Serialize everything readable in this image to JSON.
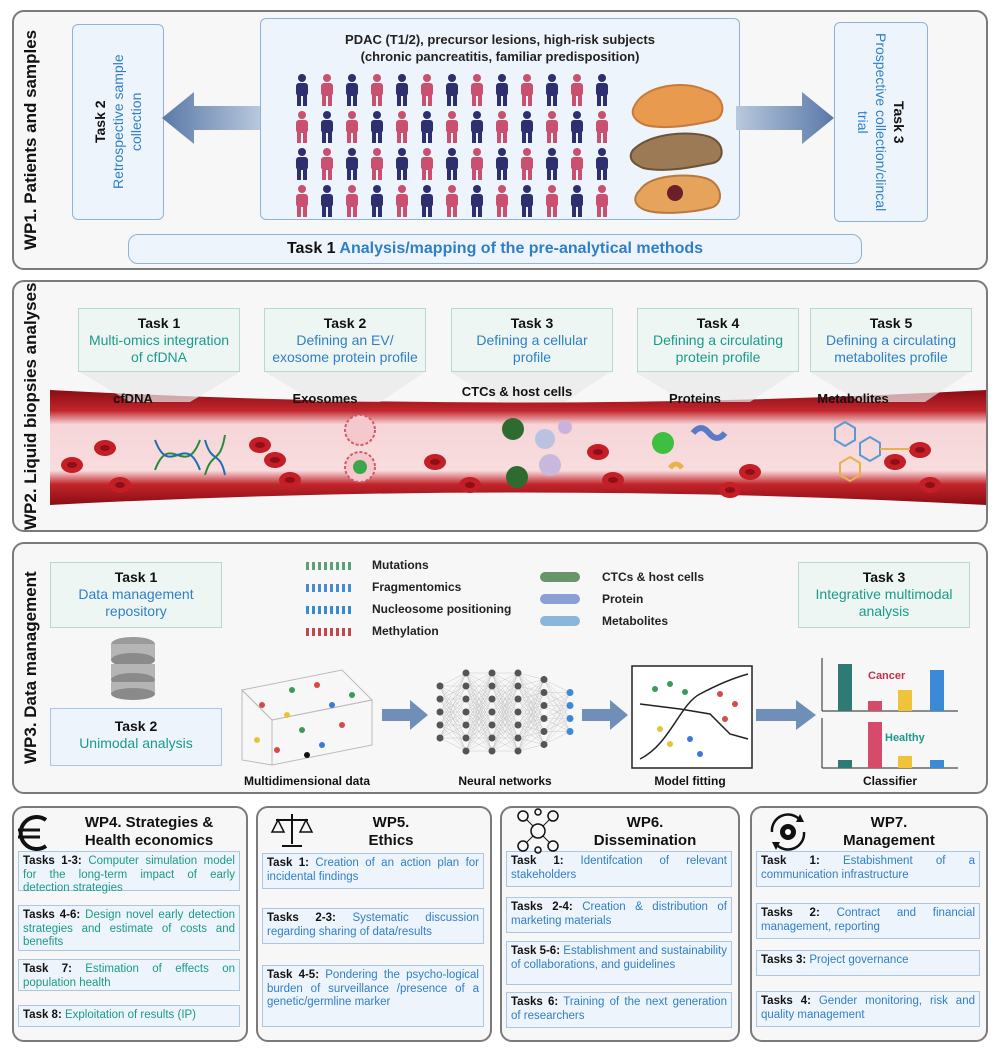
{
  "wp1": {
    "label": "WP1. Patients and samples",
    "subjects_line1": "PDAC (T1/2), precursor lesions, high-risk subjects",
    "subjects_line2": "(chronic pancreatitis, familiar predisposition)",
    "task2_title": "Task 2",
    "task2_text": "Retrospective sample collection",
    "task3_title": "Task 3",
    "task3_text": "Prospective collection/clincal trial",
    "task1_title": "Task 1",
    "task1_text": "Analysis/mapping of the pre-analytical methods"
  },
  "wp2": {
    "label": "WP2. Liquid biopsies analyses",
    "tasks": [
      {
        "title": "Task 1",
        "text": "Multi-omics integration of cfDNA"
      },
      {
        "title": "Task 2",
        "text": "Defining an EV/ exosome protein profile"
      },
      {
        "title": "Task 3",
        "text": "Defining a cellular profile"
      },
      {
        "title": "Task 4",
        "text": "Defining a circulating protein profile"
      },
      {
        "title": "Task 5",
        "text": "Defining a circulating metabolites profile"
      }
    ],
    "analytes": [
      "cfDNA",
      "Exosomes",
      "CTCs & host cells",
      "Proteins",
      "Metabolites"
    ]
  },
  "wp3": {
    "label": "WP3. Data management",
    "task1_title": "Task 1",
    "task1_text": "Data management repository",
    "task2_title": "Task 2",
    "task2_text": "Unimodal analysis",
    "task3_title": "Task 3",
    "task3_text": "Integrative multimodal analysis",
    "legend_left": [
      "Mutations",
      "Fragmentomics",
      "Nucleosome positioning",
      "Methylation"
    ],
    "legend_right": [
      "CTCs & host cells",
      "Protein",
      "Metabolites"
    ],
    "pipeline": [
      "Multidimensional data",
      "Neural networks",
      "Model fitting",
      "Classifier"
    ],
    "classifier_labels": [
      "Cancer",
      "Healthy"
    ]
  },
  "wp4": {
    "title_line1": "WP4. Strategies &",
    "title_line2": "Health economics",
    "icon": "euro-icon",
    "items": [
      {
        "lead": "Tasks 1-3:",
        "text": "Computer simulation model for the long-term impact of early detection strategies"
      },
      {
        "lead": "Tasks 4-6:",
        "text": "Design novel early detection strategies and estimate of costs and benefits"
      },
      {
        "lead": "Task 7:",
        "text": "Estimation of effects on population health"
      },
      {
        "lead": "Task 8:",
        "text": "Exploitation of results (IP)"
      }
    ]
  },
  "wp5": {
    "title_line1": "WP5.",
    "title_line2": "Ethics",
    "icon": "scales-icon",
    "items": [
      {
        "lead": "Task 1:",
        "text": "Creation of an action plan for incidental findings"
      },
      {
        "lead": "Tasks 2-3:",
        "text": "Systematic discussion regarding sharing of data/results"
      },
      {
        "lead": "Task 4-5:",
        "text": "Pondering the psycho-logical burden of surveillance /presence of a genetic/germline marker"
      }
    ]
  },
  "wp6": {
    "title_line1": "WP6.",
    "title_line2": "Dissemination",
    "icon": "network-icon",
    "items": [
      {
        "lead": "Task 1:",
        "text": "Identifcation of relevant stakeholders"
      },
      {
        "lead": "Tasks 2-4:",
        "text": "Creation & distribution of marketing materials"
      },
      {
        "lead": "Task 5-6:",
        "text": "Establishment and sustainability of collaborations, and guidelines"
      },
      {
        "lead": "Tasks 6:",
        "text": "Training of the next generation of researchers"
      }
    ]
  },
  "wp7": {
    "title_line1": "WP7.",
    "title_line2": "Management",
    "icon": "gear-cycle-icon",
    "items": [
      {
        "lead": "Task 1:",
        "text": "Estabishment of a communication infrastructure"
      },
      {
        "lead": "Tasks 2:",
        "text": "Contract and financial management, reporting"
      },
      {
        "lead": "Tasks 3:",
        "text": "Project governance"
      },
      {
        "lead": "Tasks 4:",
        "text": "Gender monitoring, risk and quality management"
      }
    ]
  },
  "colors": {
    "blue": "#2f7fc7",
    "teal": "#1a9a8a",
    "people_navy": "#2d2f6e",
    "people_pink": "#c9506e",
    "vessel_red": "#a8141c"
  }
}
